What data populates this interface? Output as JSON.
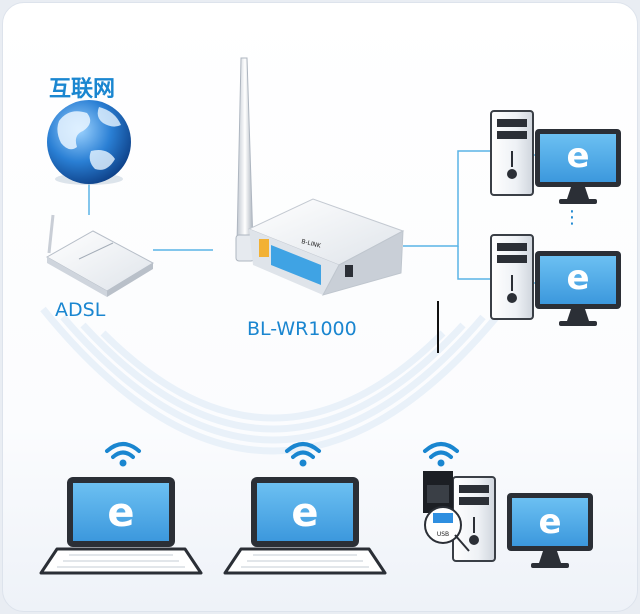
{
  "labels": {
    "internet": "互联网",
    "adsl": "ADSL",
    "router": "BL-WR1000",
    "ellipsis": "⋮",
    "usb": "USB"
  },
  "icons": {
    "browser": "e",
    "router_brand": "B-LINK"
  },
  "colors": {
    "accent": "#1a86d0",
    "screen": "#4ba7e6",
    "link_line": "#5ab4e6",
    "wifi": "#1a86d0"
  }
}
